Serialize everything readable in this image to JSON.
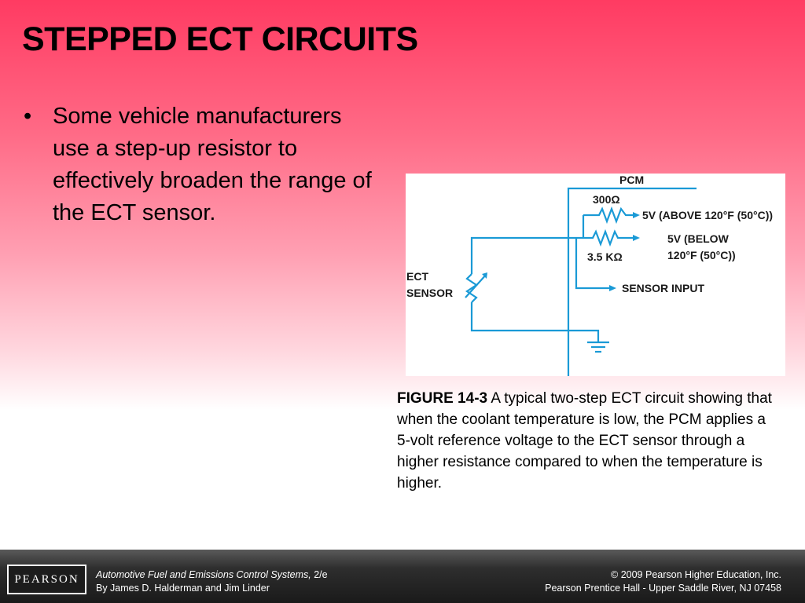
{
  "slide": {
    "title": "STEPPED ECT CIRCUITS",
    "bullets": [
      {
        "marker": "•",
        "text": "Some vehicle manufacturers use a step-up resistor to effectively broaden the range of the ECT sensor."
      }
    ]
  },
  "figure": {
    "labels": {
      "pcm": "PCM",
      "r_low": "300Ω",
      "v_above": "5V (ABOVE 120°F (50°C))",
      "v_below_1": "5V (BELOW",
      "v_below_2": "120°F (50°C))",
      "r_high": "3.5 KΩ",
      "ect_1": "ECT",
      "ect_2": "SENSOR",
      "sensor_input": "SENSOR INPUT"
    },
    "wire_color": "#1a9ad6",
    "caption_label": "FIGURE 14-3",
    "caption_text": " A typical two-step ECT circuit showing that when the coolant temperature is low, the PCM applies a 5-volt reference voltage to the ECT sensor through a higher resistance compared to when the temperature is higher."
  },
  "footer": {
    "logo": "PEARSON",
    "book_title": "Automotive Fuel and Emissions Control Systems,",
    "edition": " 2/e",
    "authors": "By James D. Halderman and Jim Linder",
    "copyright": "© 2009 Pearson Higher Education, Inc.",
    "publisher": "Pearson Prentice Hall - Upper Saddle River, NJ 07458"
  },
  "colors": {
    "accent": "#ff3b62",
    "footer_bg": "#1a1a1a"
  }
}
